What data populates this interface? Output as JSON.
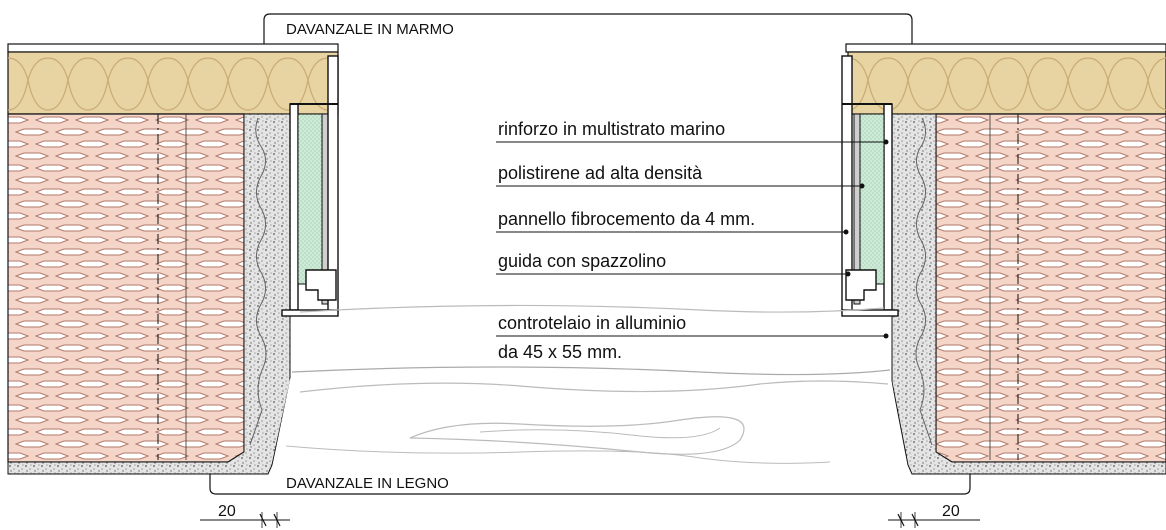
{
  "top_sill_label": "DAVANZALE IN MARMO",
  "bottom_sill_label": "DAVANZALE IN LEGNO",
  "callouts": [
    {
      "text": "rinforzo in multistrato marino"
    },
    {
      "text": "polistirene ad alta densità"
    },
    {
      "text": "pannello fibrocemento da 4 mm."
    },
    {
      "text": "guida con spazzolino"
    },
    {
      "text": "controtelaio in alluminio",
      "text2": "da 45 x 55 mm."
    }
  ],
  "dimensions": {
    "left": "20",
    "right": "20"
  },
  "colors": {
    "insulation": "#e8d3a2",
    "brick": "#f6d5c9",
    "brick_line": "#b07a6a",
    "panel": "#cfead8",
    "plaster": "#c8c8c8"
  }
}
